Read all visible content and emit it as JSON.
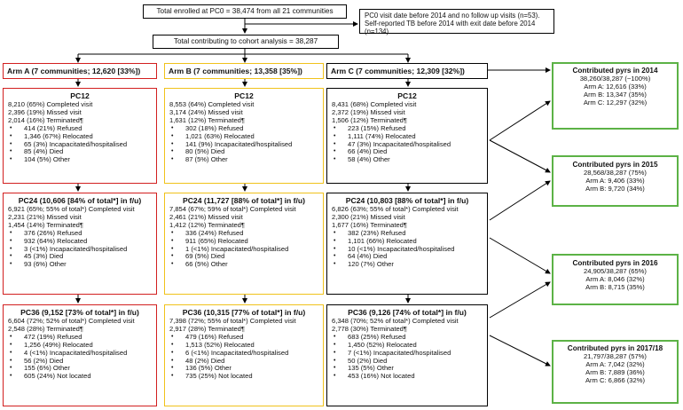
{
  "top": {
    "enrolled": "Total enrolled at PC0 = 38,474 from all 21 communities",
    "contributing": "Total contributing to cohort analysis = 38,287",
    "exclusion_line1": "PC0 visit date before 2014 and no follow up visits (n=53).",
    "exclusion_line2": "Self-reported TB before 2014 with exit date before 2014 (n=134)"
  },
  "arms": [
    {
      "header": "Arm A (7 communities; 12,620 [33%])",
      "pc12": {
        "title": "PC12",
        "lines": [
          "8,210 (65%) Completed visit",
          "2,396 (19%) Missed visit",
          "2,014 (16%) Terminated¶"
        ],
        "bullets": [
          "414 (21%) Refused",
          "1,346 (67%) Relocated",
          "65 (3%) Incapacitated/hospitalised",
          "85 (4%) Died",
          "104 (5%) Other"
        ]
      },
      "pc24": {
        "title": "PC24 (10,606 [84% of total*] in f/u)",
        "lines": [
          "6,921 (65%; 55% of total*) Completed visit",
          "2,231 (21%) Missed visit",
          "1,454 (14%) Terminated¶"
        ],
        "bullets": [
          "376 (26%) Refused",
          "932 (64%) Relocated",
          "3 (<1%) Incapacitated/hospitalised",
          "45 (3%) Died",
          "93 (6%) Other"
        ]
      },
      "pc36": {
        "title": "PC36 (9,152 [73% of total*] in f/u)",
        "lines": [
          "6,604 (72%; 52% of total*) Completed visit",
          "2,548 (28%) Terminated¶"
        ],
        "bullets": [
          "472 (19%) Refused",
          "1,256 (49%) Relocated",
          "4 (<1%) Incapacitated/hospitalised",
          "56 (2%) Died",
          "155 (6%) Other",
          "605 (24%) Not located"
        ]
      }
    },
    {
      "header": "Arm B (7 communities; 13,358 [35%])",
      "pc12": {
        "title": "PC12",
        "lines": [
          "8,553 (64%) Completed visit",
          "3,174 (24%) Missed visit",
          "1,631 (12%) Terminated¶"
        ],
        "bullets": [
          "302 (18%) Refused",
          "1,021 (63%) Relocated",
          "141 (9%) Incapacitated/hospitalised",
          "80 (5%) Died",
          "87 (5%) Other"
        ]
      },
      "pc24": {
        "title": "PC24 (11,727 [88% of total*] in f/u)",
        "lines": [
          "7,854 (67%; 59% of total*) Completed visit",
          "2,461 (21%) Missed visit",
          "1,412 (12%) Terminated¶"
        ],
        "bullets": [
          "336 (24%) Refused",
          "911 (65%) Relocated",
          "1 (<1%) Incapacitated/hospitalised",
          "69 (5%) Died",
          "66 (5%) Other"
        ]
      },
      "pc36": {
        "title": "PC36 (10,315 [77% of total*] in f/u)",
        "lines": [
          "7,398 (72%; 55% of total*) Completed visit",
          "2,917 (28%) Terminated¶"
        ],
        "bullets": [
          "479 (16%) Refused",
          "1,513 (52%) Relocated",
          "6 (<1%) Incapacitated/hospitalised",
          "48 (2%) Died",
          "136 (5%) Other",
          "735 (25%) Not located"
        ]
      }
    },
    {
      "header": "Arm C (7 communities; 12,309 [32%])",
      "pc12": {
        "title": "PC12",
        "lines": [
          "8,431 (68%) Completed visit",
          "2,372 (19%) Missed visit",
          "1,506 (12%) Terminated¶"
        ],
        "bullets": [
          "223 (15%) Refused",
          "1,111 (74%) Relocated",
          "47 (3%) Incapacitated/hospitalised",
          "66 (4%) Died",
          "58 (4%) Other"
        ]
      },
      "pc24": {
        "title": "PC24 (10,803 [88% of total*] in f/u)",
        "lines": [
          "6,826 (63%; 55% of total*) Completed visit",
          "2,300 (21%) Missed visit",
          "1,677 (16%) Terminated¶"
        ],
        "bullets": [
          "382 (23%) Refused",
          "1,101 (66%) Relocated",
          "10 (<1%) Incapacitated/hospitalised",
          "64 (4%) Died",
          "120 (7%) Other"
        ]
      },
      "pc36": {
        "title": "PC36 (9,126 [74% of total*] in f/u)",
        "lines": [
          "6,348 (70%; 52% of total*) Completed visit",
          "2,778 (30%) Terminated¶"
        ],
        "bullets": [
          "683 (25%) Refused",
          "1,450 (52%) Relocated",
          "7 (<1%) Incapacitated/hospitalised",
          "50 (2%) Died",
          "135 (5%) Other",
          "453 (16%) Not located"
        ]
      }
    }
  ],
  "contributed": [
    {
      "title": "Contributed pyrs in 2014",
      "lines": [
        "38,260/38,287 (~100%)",
        "Arm A: 12,616 (33%)",
        "Arm B: 13,347 (35%)",
        "Arm C: 12,297 (32%)"
      ]
    },
    {
      "title": "Contributed pyrs in 2015",
      "lines": [
        "28,568/38,287 (75%)",
        "Arm A: 9,406 (33%)",
        "Arm B: 9,720 (34%)"
      ]
    },
    {
      "title": "Contributed pyrs in 2016",
      "lines": [
        "24,905/38,287 (65%)",
        "Arm A: 8,046 (32%)",
        "Arm B: 8,715 (35%)"
      ]
    },
    {
      "title": "Contributed pyrs in 2017/18",
      "lines": [
        "21,797/38,287 (57%)",
        "Arm A: 7,042 (32%)",
        "Arm B: 7,889 (36%)",
        "Arm C: 6,866 (32%)"
      ]
    }
  ]
}
